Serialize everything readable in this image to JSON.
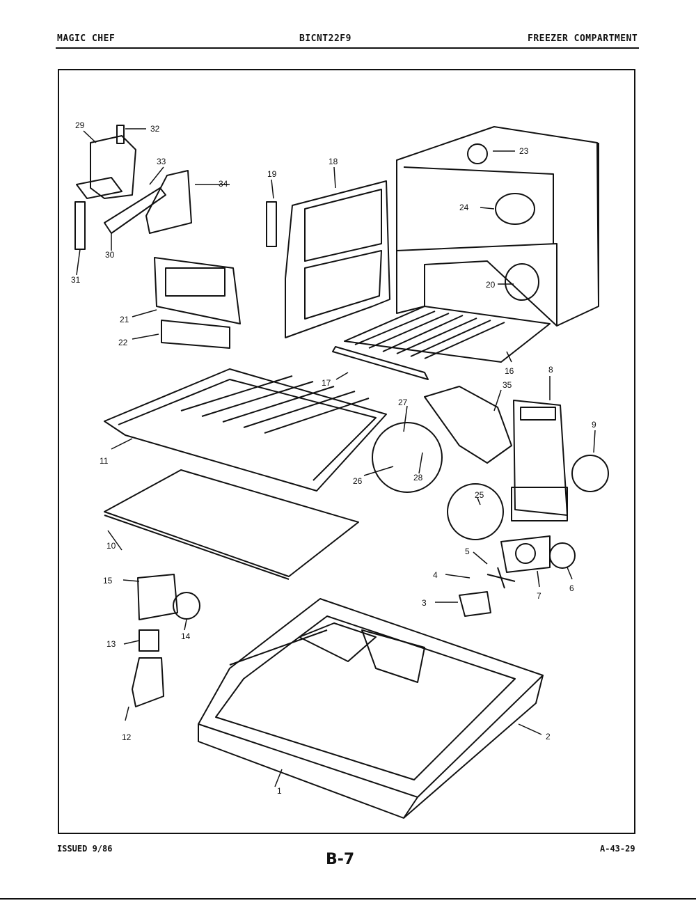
{
  "header": {
    "brand": "MAGIC CHEF",
    "model": "BICNT22F9",
    "section": "FREEZER COMPARTMENT"
  },
  "footer": {
    "issued": "ISSUED 9/86",
    "page": "B-7",
    "doc_code": "A-43-29"
  },
  "callouts": [
    "1",
    "2",
    "3",
    "4",
    "5",
    "6",
    "7",
    "8",
    "9",
    "10",
    "11",
    "12",
    "13",
    "14",
    "15",
    "16",
    "17",
    "18",
    "19",
    "20",
    "21",
    "22",
    "23",
    "24",
    "25",
    "26",
    "27",
    "28",
    "29",
    "30",
    "31",
    "32",
    "33",
    "34",
    "35"
  ]
}
